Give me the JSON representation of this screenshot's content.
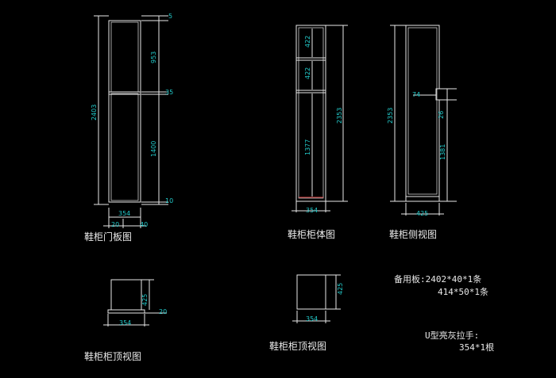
{
  "door": {
    "title": "鞋柜门板图",
    "dims": {
      "top_gap": "5",
      "upper": "953",
      "middle_gap": "35",
      "lower": "1400",
      "bottom_gap": "10",
      "total_height": "2403",
      "width": "354",
      "left_offset": "20",
      "right_offset": "40"
    }
  },
  "body": {
    "title": "鞋柜柜体图",
    "dims": {
      "shelf1": "422",
      "shelf2": "422",
      "bottom": "1377",
      "total_height": "2353",
      "width": "354"
    }
  },
  "side": {
    "title": "鞋柜侧视图",
    "dims": {
      "total_height": "2353",
      "notch": "74",
      "notch_gap": "26",
      "lower": "1381",
      "depth": "425"
    }
  },
  "top_view_left": {
    "title": "鞋柜柜顶视图",
    "dims": {
      "depth": "425",
      "width": "354",
      "offset": "20"
    }
  },
  "top_view_right": {
    "title": "鞋柜柜顶视图",
    "dims": {
      "depth": "425",
      "width": "354"
    }
  },
  "spare_note": {
    "line1": "备用板:2402*40*1条",
    "line2": "414*50*1条"
  },
  "handle_note": {
    "line1": "U型亮灰拉手:",
    "line2": "354*1根"
  }
}
